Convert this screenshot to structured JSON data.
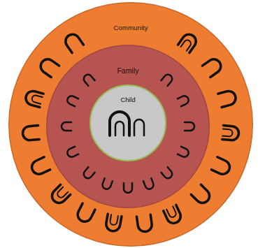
{
  "diagram": {
    "nodes": [
      {
        "text": [
          "Community"
        ]
      },
      {
        "text": [
          "Family"
        ],
        "in": 0
      },
      {
        "text": [
          "Child"
        ],
        "in": 1
      }
    ]
  }
}
